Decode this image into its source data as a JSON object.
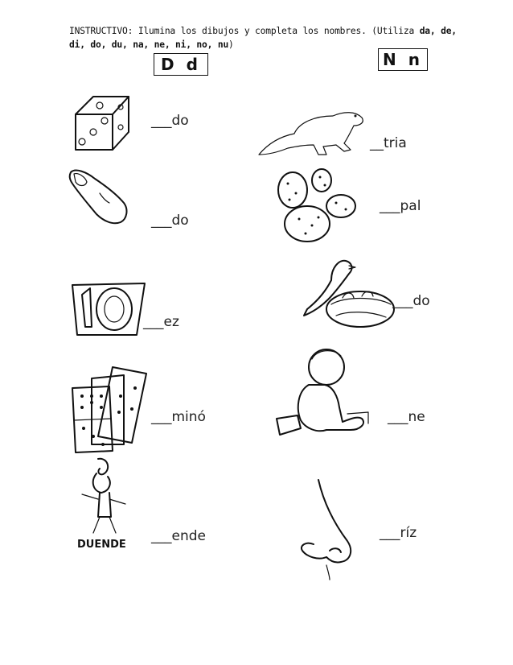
{
  "instructions": {
    "lead": "INSTRUCTIVO: Ilumina los dibujos y completa los nombres. (Utiliza ",
    "syllables": "da, de, di, do, du, na, ne, ni, no, nu",
    "close": ")"
  },
  "letter_boxes": {
    "d": "D d",
    "n": "N n"
  },
  "items": {
    "dado": "___do",
    "nutria": "__tria",
    "dedo": "___do",
    "nopal": "___pal",
    "diez": "___ez",
    "nido": "___do",
    "domino": "___minó",
    "nene": "___ne",
    "duende": "___ende",
    "nariz": "___ríz"
  },
  "picture_text": {
    "duende_label": "DUENDE"
  },
  "icons": [
    "dice-icon",
    "otter-icon",
    "finger-icon",
    "cactus-icon",
    "number-ten-icon",
    "bird-nest-icon",
    "domino-icon",
    "baby-icon",
    "elf-icon",
    "nose-icon"
  ]
}
